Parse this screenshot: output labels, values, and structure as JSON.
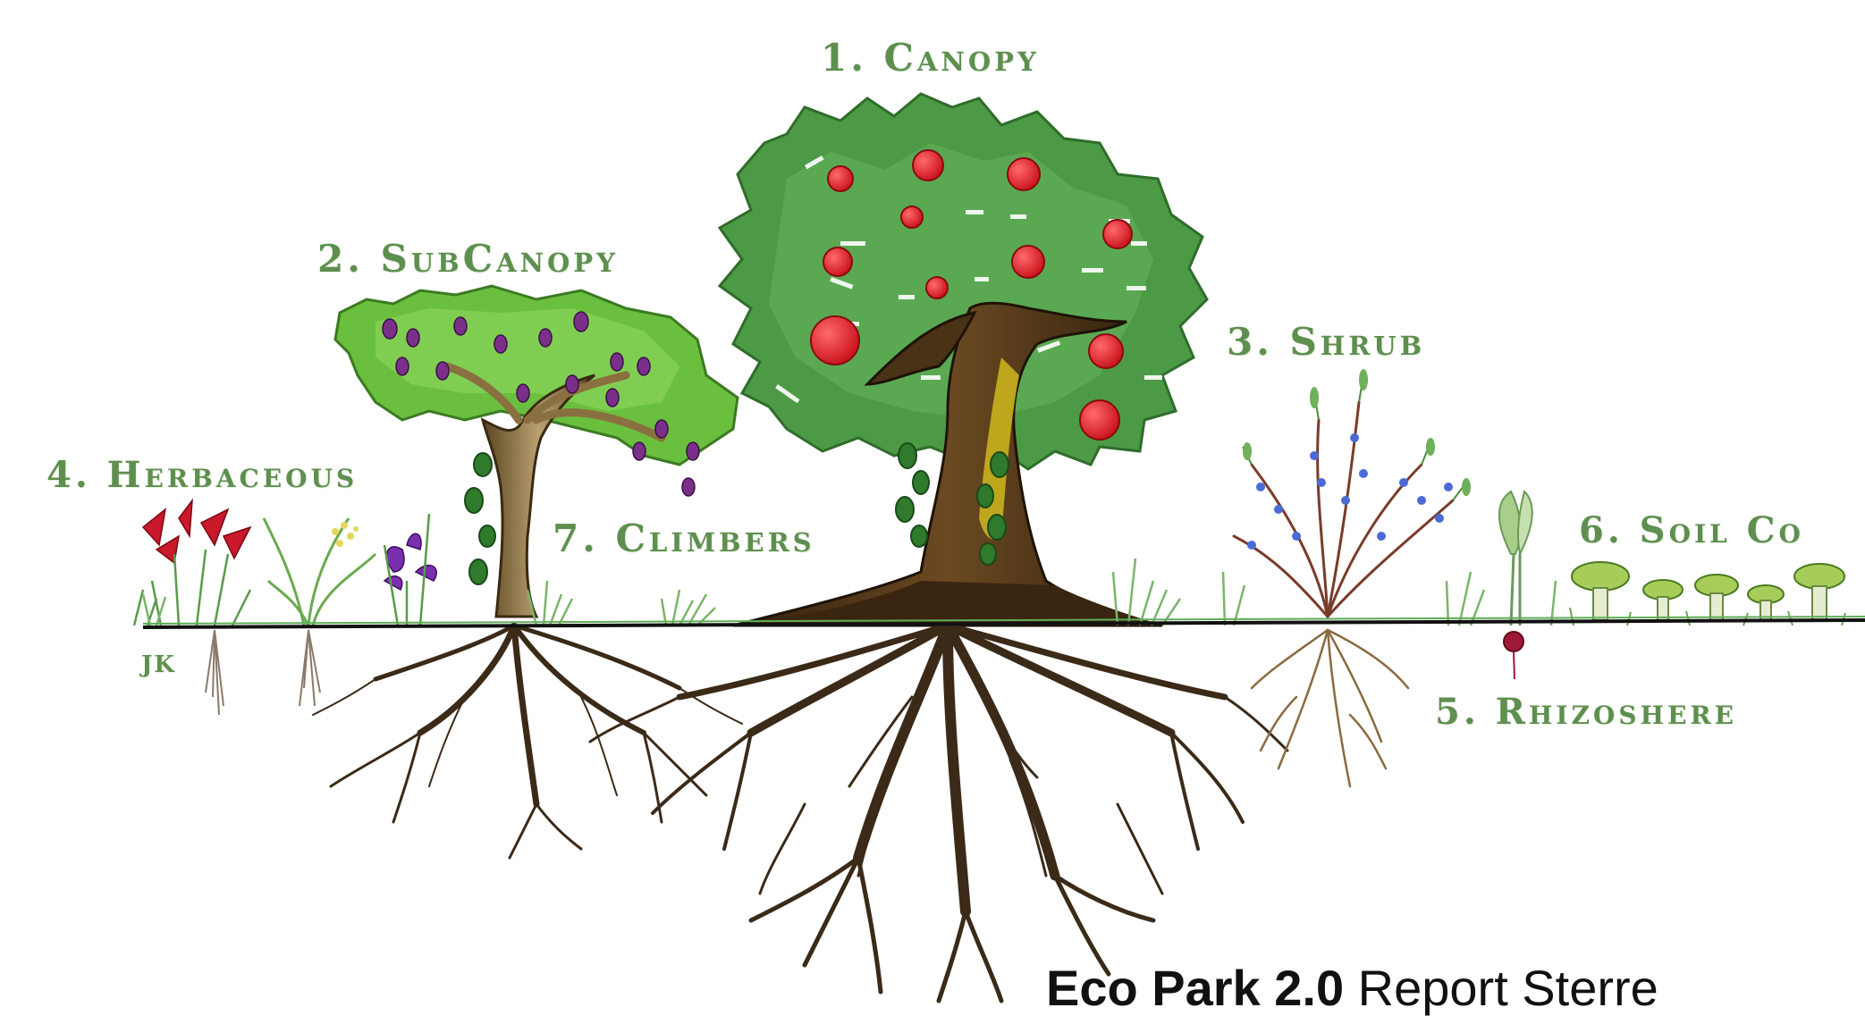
{
  "labels": {
    "canopy": "1. Canopy",
    "subcanopy": "2. SubCanopy",
    "shrub": "3. Shrub",
    "herbaceous": "4. Herbaceous",
    "rhizosphere": "5. Rhizoshere",
    "soil_cover": "6. Soil Co",
    "climbers": "7. Climbers",
    "artist_mark": "JK"
  },
  "caption": {
    "bold": "Eco Park 2.0",
    "regular": " Report Sterre"
  },
  "colors": {
    "label_green": "#5e8f4f",
    "canopy_green": "#4c9a45",
    "subcanopy_green": "#6abf3e",
    "trunk_brown": "#4a3216",
    "root_brown": "#3b2a18",
    "apple_red": "#e8212b",
    "plum_purple": "#7a2f8a",
    "ground_line": "#111111"
  }
}
